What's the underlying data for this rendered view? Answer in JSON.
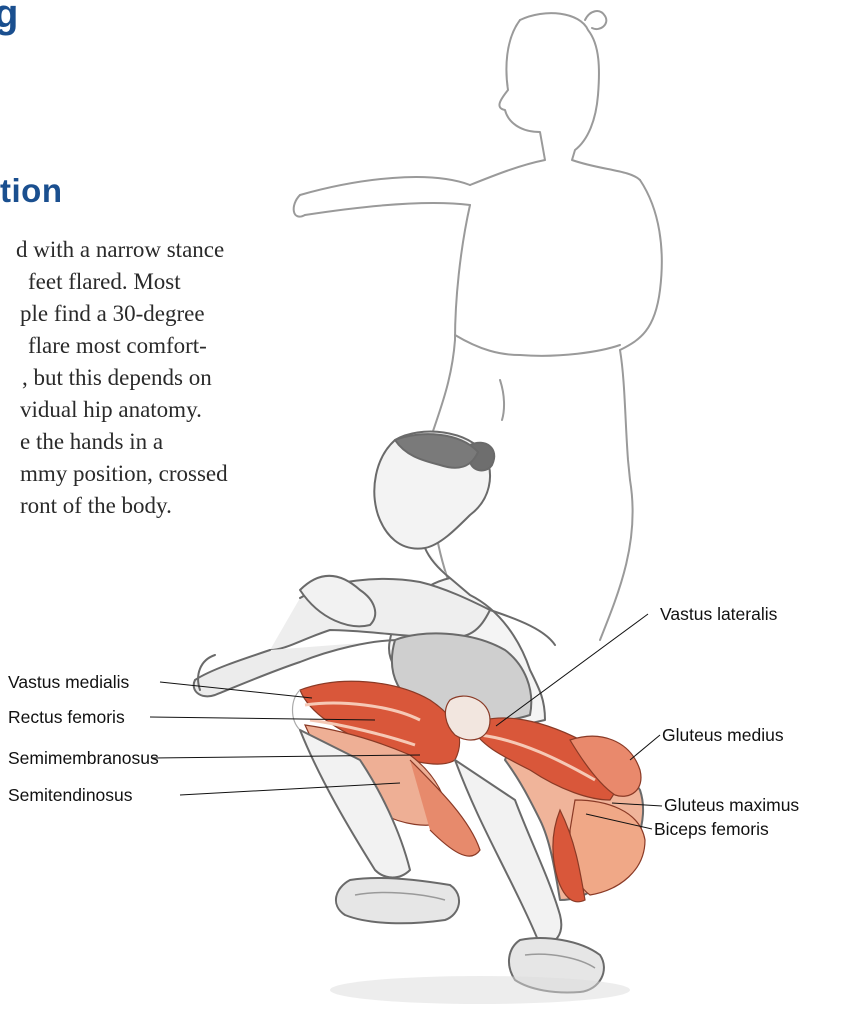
{
  "page": {
    "fragment": "g",
    "heading": "tion",
    "body_lines": [
      "d with a narrow stance",
      "feet flared. Most",
      "ple find a 30-degree",
      "flare most comfort-",
      ", but this depends on",
      "vidual hip anatomy.",
      "e the hands in a",
      "mmy position, crossed",
      "ront of the body."
    ]
  },
  "labels": {
    "vastus_lateralis": "Vastus lateralis",
    "vastus_medialis": "Vastus medialis",
    "rectus_femoris": "Rectus femoris",
    "gluteus_medius": "Gluteus medius",
    "semimembranosus": "Semimembranosus",
    "gluteus_maximus": "Gluteus maximus",
    "semitendinosus": "Semitendinosus",
    "biceps_femoris": "Biceps femoris"
  },
  "colors": {
    "heading": "#1a4f8f",
    "muscle": "#d9573a",
    "muscle_light": "#f0b49a",
    "sketch": "#8a8a8a"
  }
}
